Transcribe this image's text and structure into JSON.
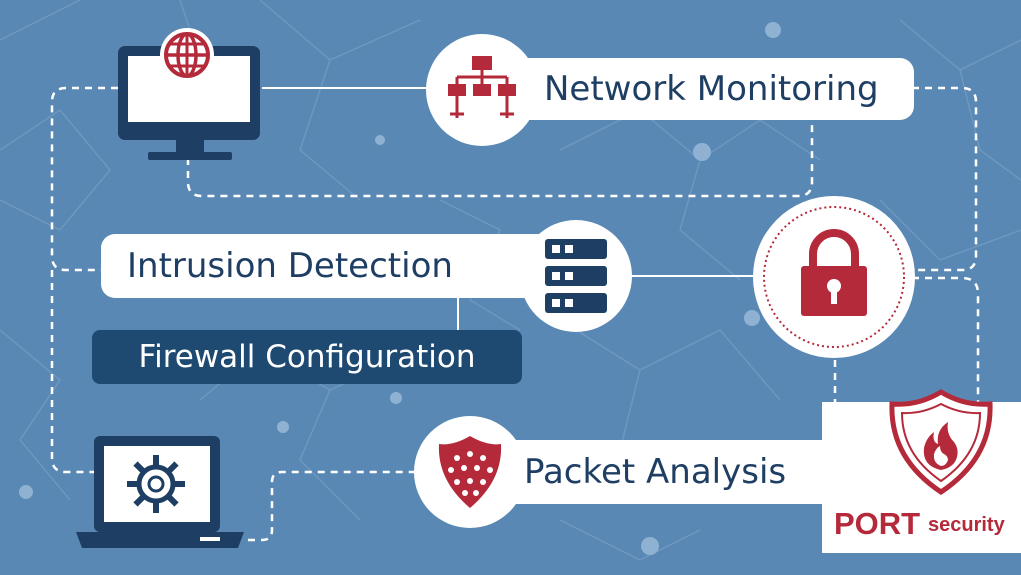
{
  "labels": {
    "network_monitoring": "Network Monitoring",
    "intrusion_detection": "Intrusion Detection",
    "firewall_configuration": "Firewall Configuration",
    "packet_analysis": "Packet Analysis"
  },
  "badge": {
    "word1": "PORT",
    "word2": "security"
  },
  "colors": {
    "background": "#5a88b4",
    "navy": "#1e3e64",
    "accent_red": "#b52a3a",
    "white": "#ffffff"
  },
  "icons": [
    "globe-monitor-icon",
    "network-hierarchy-icon",
    "server-rack-icon",
    "padlock-icon",
    "shield-dots-icon",
    "laptop-gear-icon",
    "fire-shield-icon"
  ]
}
